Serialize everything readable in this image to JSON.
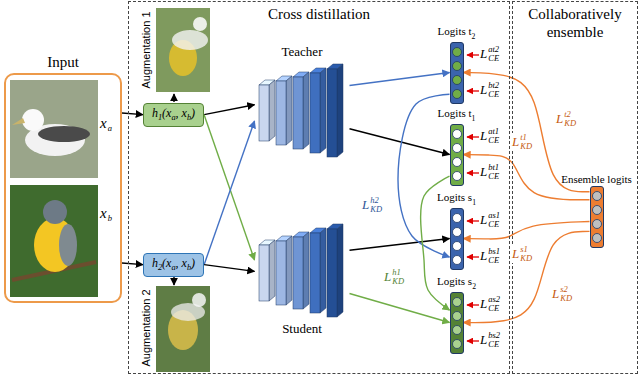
{
  "diagram": {
    "nodes": [
      {
        "text": [
          "Input"
        ]
      },
      {
        "text": [
          "Cross distillation"
        ]
      },
      {
        "text": [
          "h",
          "1",
          "(x",
          "a",
          ", x",
          "b",
          ")"
        ],
        "in": 1
      },
      {
        "text": [
          "h",
          "2",
          "(x",
          "a",
          ", x",
          "b",
          ")"
        ],
        "in": 1
      },
      {
        "text": [
          "Teacher"
        ],
        "in": 1
      },
      {
        "text": [
          "Student"
        ],
        "in": 1
      },
      {
        "text": [
          "Logits t",
          "2"
        ],
        "in": 1
      },
      {
        "text": [
          "Logits t",
          "1"
        ],
        "in": 1
      },
      {
        "text": [
          "Logits s",
          "1"
        ],
        "in": 1
      },
      {
        "text": [
          "Logits s",
          "2"
        ],
        "in": 1
      },
      {
        "text": [
          "Collaboratively ensemble"
        ]
      },
      {
        "text": [
          "Ensemble logits"
        ],
        "in": 10
      }
    ],
    "edges": [
      {
        "from": 0,
        "to": 2,
        "arrow": "to"
      },
      {
        "from": 0,
        "to": 3,
        "arrow": "to"
      },
      {
        "from": 2,
        "to": 4,
        "arrow": "to"
      },
      {
        "from": 2,
        "to": 5,
        "arrow": "to"
      },
      {
        "from": 3,
        "to": 4,
        "arrow": "to"
      },
      {
        "from": 3,
        "to": 5,
        "arrow": "to"
      },
      {
        "from": 4,
        "to": 6,
        "arrow": "to"
      },
      {
        "from": 4,
        "to": 7,
        "arrow": "to"
      },
      {
        "from": 5,
        "to": 8,
        "arrow": "to"
      },
      {
        "from": 5,
        "to": 9,
        "arrow": "to"
      },
      {
        "from": 6,
        "to": 8,
        "arrow": "to"
      },
      {
        "from": 7,
        "to": 9,
        "arrow": "to"
      },
      {
        "from": 11,
        "to": 6,
        "arrow": "to"
      },
      {
        "from": 11,
        "to": 7,
        "arrow": "to"
      },
      {
        "from": 11,
        "to": 8,
        "arrow": "to"
      },
      {
        "from": 11,
        "to": 9,
        "arrow": "to"
      }
    ],
    "labels": [
      "x",
      "a",
      "x",
      "b",
      "Augmentation 1",
      "Augmentation 2",
      "L",
      "h2",
      "KD",
      "L",
      "h1",
      "KD",
      "L",
      "at2",
      "CE",
      "L",
      "bt2",
      "CE",
      "L",
      "at1",
      "CE",
      "L",
      "bt1",
      "CE",
      "L",
      "as1",
      "CE",
      "L",
      "bs1",
      "CE",
      "L",
      "as2",
      "CE",
      "L",
      "bs2",
      "CE",
      "L",
      "t2",
      "KD",
      "L",
      "t1",
      "KD",
      "L",
      "s1",
      "KD",
      "L",
      "s2",
      "KD"
    ]
  }
}
